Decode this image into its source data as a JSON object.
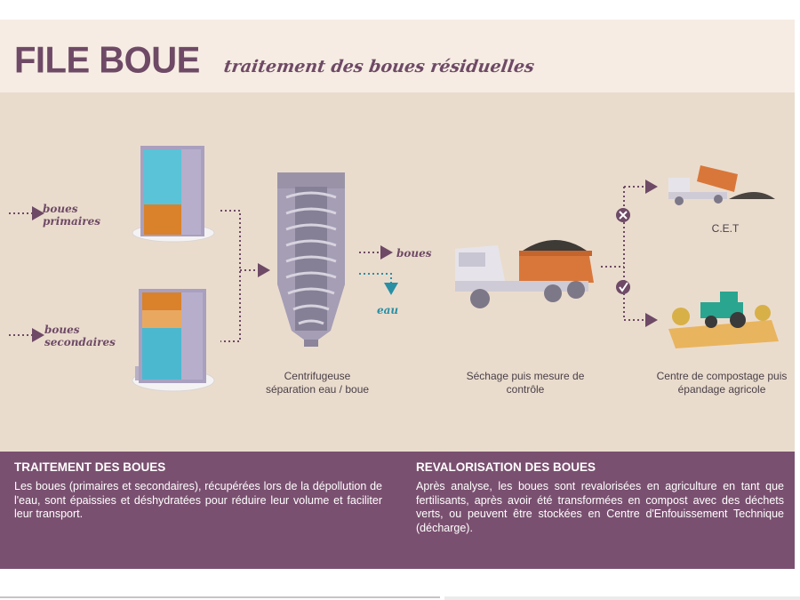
{
  "header": {
    "title": "FILE BOUE",
    "subtitle": "traitement des boues résiduelles"
  },
  "diagram": {
    "input_primary": "boues primaires",
    "input_secondary": "boues secondaires",
    "stage_centrifuge": "Centrifugeuse séparation eau / boue",
    "output_sludge": "boues",
    "output_water": "eau",
    "stage_drying": "Séchage puis mesure de contrôle",
    "dest_cet": "C.E.T",
    "dest_compost": "Centre de compostage puis épandage agricole"
  },
  "sections": [
    {
      "heading": "TRAITEMENT DES BOUES",
      "text": "Les boues (primaires et secondaires), récupérées lors de la dépollution de l'eau, sont épaissies et déshydratées pour réduire leur volume et faciliter leur transport."
    },
    {
      "heading": "REVALORISATION DES BOUES",
      "text": "Après analyse, les boues sont revalorisées en agriculture en tant que fertilisants, après avoir été transformées en compost avec des déchets verts, ou peuvent être stockées en Centre d'Enfouissement Technique (décharge)."
    }
  ],
  "colors": {
    "brand_purple": "#6e4a66",
    "footer_purple": "#7a5070",
    "panel_beige": "#eadccd",
    "water_blue": "#4cb8cf",
    "sludge_orange": "#d9822b"
  },
  "icons": [
    "primary-tank-icon",
    "secondary-tank-icon",
    "centrifuge-icon",
    "dump-truck-icon",
    "small-truck-icon",
    "tractor-icon",
    "cross-badge-icon",
    "check-badge-icon"
  ]
}
